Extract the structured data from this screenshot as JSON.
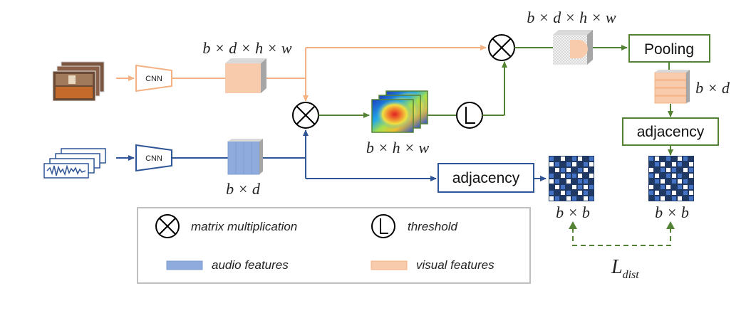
{
  "labels": {
    "cnn_top": "CNN",
    "cnn_bottom": "CNN",
    "visual_dims": "b × d × h × w",
    "audio_dims": "b × d",
    "attn_dims": "b × h × w",
    "masked_dims": "b × d × h × w",
    "pooled_dims": "b × d",
    "adj_left_dims": "b × b",
    "adj_right_dims": "b × b",
    "loss_main": "L",
    "loss_sub": "dist"
  },
  "boxes": {
    "pooling": "Pooling",
    "adjacency_audio": "adjacency",
    "adjacency_visual": "adjacency"
  },
  "legend": {
    "matrix_mult": "matrix multiplication",
    "threshold": "threshold",
    "audio_features": "audio features",
    "visual_features": "visual features"
  },
  "colors": {
    "visual_line": "#f4b183",
    "visual_fill": "#f8cbad",
    "audio_line": "#2f5597",
    "audio_fill": "#8faadc",
    "green_line": "#548235",
    "loss_line": "#548235"
  },
  "matrices": {
    "left": [
      [
        2,
        1,
        0,
        1,
        2,
        0,
        1,
        2
      ],
      [
        0,
        2,
        1,
        2,
        0,
        1,
        2,
        0
      ],
      [
        1,
        0,
        2,
        0,
        1,
        2,
        0,
        1
      ],
      [
        2,
        1,
        0,
        2,
        2,
        0,
        1,
        0
      ],
      [
        0,
        2,
        1,
        0,
        1,
        2,
        2,
        1
      ],
      [
        1,
        0,
        2,
        1,
        0,
        2,
        0,
        2
      ],
      [
        2,
        1,
        0,
        2,
        1,
        0,
        2,
        1
      ],
      [
        0,
        2,
        1,
        0,
        2,
        1,
        0,
        2
      ]
    ],
    "right": [
      [
        2,
        0,
        1,
        2,
        1,
        0,
        2,
        1
      ],
      [
        1,
        2,
        0,
        1,
        0,
        2,
        1,
        0
      ],
      [
        0,
        1,
        2,
        0,
        2,
        1,
        0,
        2
      ],
      [
        2,
        0,
        1,
        2,
        0,
        2,
        1,
        0
      ],
      [
        1,
        2,
        0,
        1,
        2,
        0,
        2,
        1
      ],
      [
        0,
        1,
        2,
        0,
        1,
        2,
        0,
        2
      ],
      [
        2,
        0,
        1,
        2,
        0,
        1,
        2,
        0
      ],
      [
        1,
        2,
        0,
        1,
        2,
        0,
        1,
        2
      ]
    ]
  }
}
